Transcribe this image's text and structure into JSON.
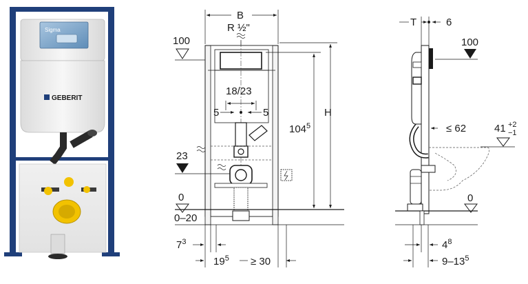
{
  "product_photo": {
    "brand_label": "GEBERIT",
    "plate_label": "Sigma",
    "colors": {
      "frame_blue": "#1f3f7a",
      "cistern_white": "#f2f2f2",
      "pipe_yellow": "#f2c200",
      "plate_blue": "#7fa9cf",
      "pipe_black": "#2a2a2a"
    }
  },
  "front_view": {
    "width_label": "B",
    "connection_label": "R ½\"",
    "top_level_label": "100",
    "mid_spacing_label": "18/23",
    "left_offset_label": "5",
    "right_offset_label": "5",
    "side_level_label": "23",
    "height_label": "H",
    "inner_height_base": "104",
    "inner_height_sup": "5",
    "floor_level_label": "0",
    "floor_range_label": "0–20",
    "left_margin_base": "7",
    "left_margin_sup": "3",
    "bottom_offset_base": "19",
    "bottom_offset_sup": "5",
    "bottom_gap_label": "≥ 30"
  },
  "side_view": {
    "depth_label": "T",
    "wall_gap_label": "6",
    "top_level_label": "100",
    "max_depth_label": "≤ 62",
    "pan_height_base": "41",
    "pan_tol_plus": "+2",
    "pan_tol_minus": "−1",
    "floor_level_label": "0",
    "bottom_small_base": "4",
    "bottom_small_sup": "8",
    "bottom_range_base": "9–13",
    "bottom_range_sup": "5"
  }
}
